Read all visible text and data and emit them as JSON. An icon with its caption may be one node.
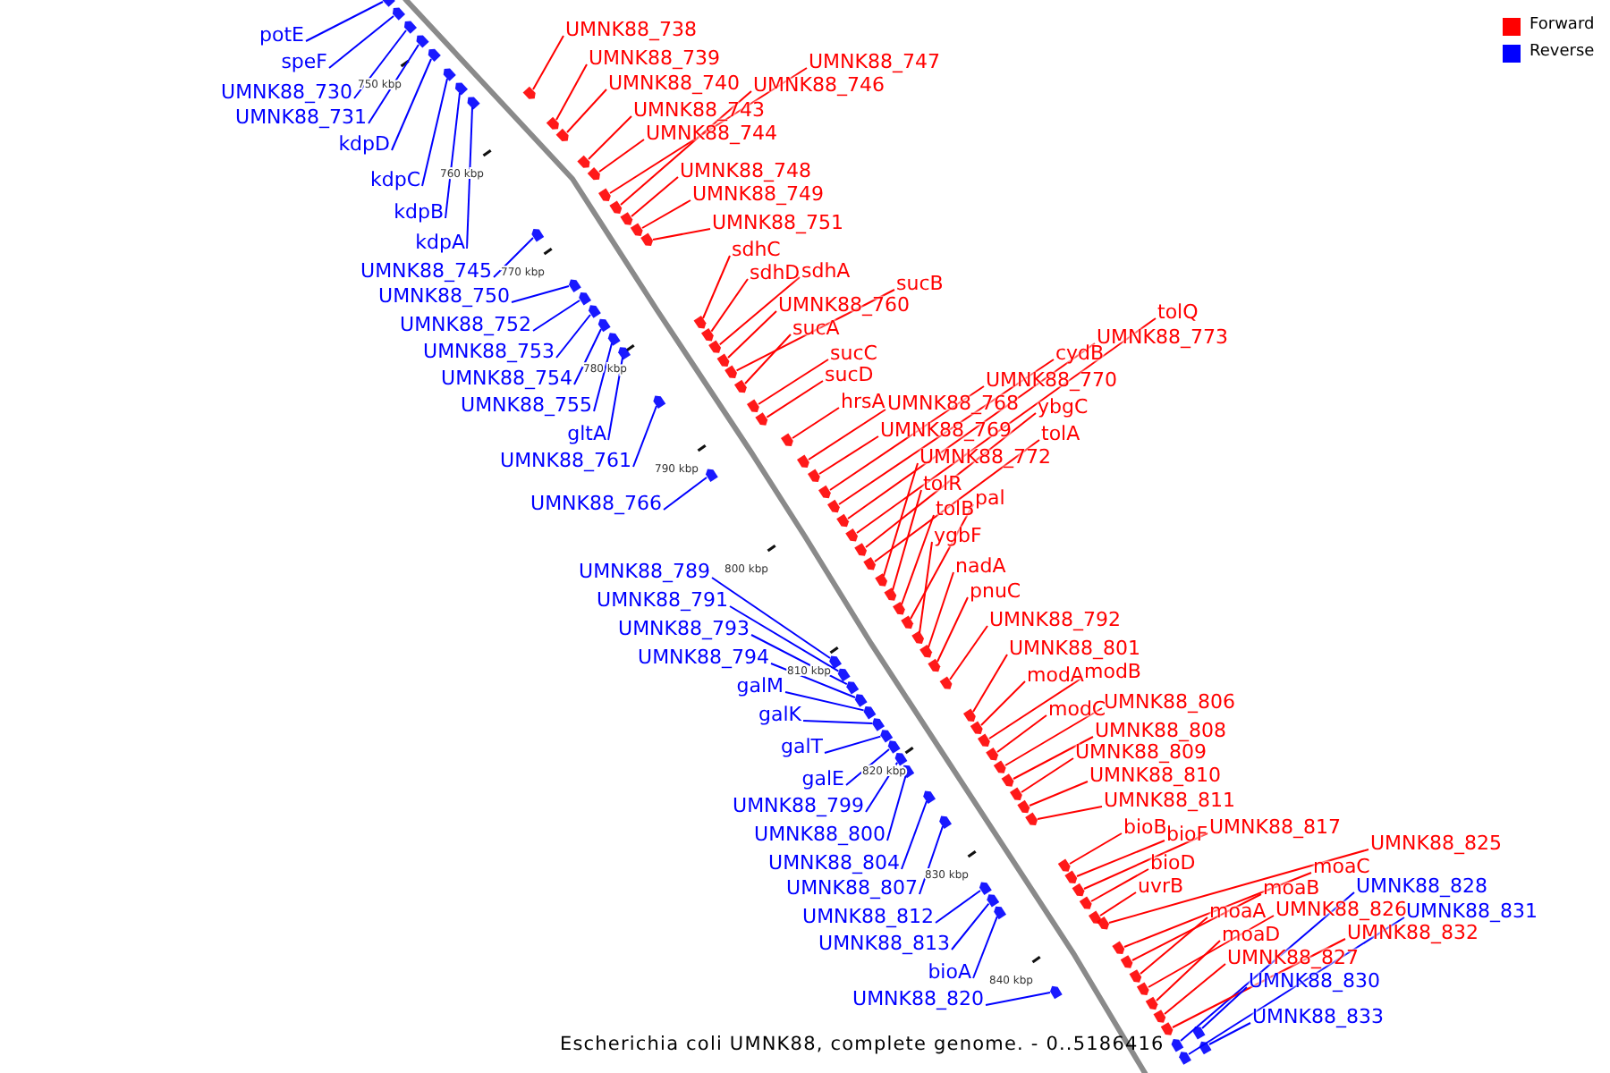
{
  "diagram": {
    "caption": "Escherichia coli UMNK88, complete genome. - 0..5186416",
    "nodes": [
      {
        "text": [
          "potE"
        ]
      },
      {
        "text": [
          "speF"
        ]
      },
      {
        "text": [
          "UMNK88_730"
        ]
      },
      {
        "text": [
          "UMNK88_731"
        ]
      },
      {
        "text": [
          "kdpD"
        ]
      },
      {
        "text": [
          "kdpC"
        ]
      },
      {
        "text": [
          "kdpB"
        ]
      },
      {
        "text": [
          "kdpA"
        ]
      },
      {
        "text": [
          "UMNK88_745"
        ]
      },
      {
        "text": [
          "UMNK88_750"
        ]
      },
      {
        "text": [
          "UMNK88_752"
        ]
      },
      {
        "text": [
          "UMNK88_753"
        ]
      },
      {
        "text": [
          "UMNK88_754"
        ]
      },
      {
        "text": [
          "UMNK88_755"
        ]
      },
      {
        "text": [
          "gltA"
        ]
      },
      {
        "text": [
          "UMNK88_761"
        ]
      },
      {
        "text": [
          "UMNK88_766"
        ]
      },
      {
        "text": [
          "UMNK88_789"
        ]
      },
      {
        "text": [
          "UMNK88_791"
        ]
      },
      {
        "text": [
          "UMNK88_793"
        ]
      },
      {
        "text": [
          "UMNK88_794"
        ]
      },
      {
        "text": [
          "galM"
        ]
      },
      {
        "text": [
          "galK"
        ]
      },
      {
        "text": [
          "galT"
        ]
      },
      {
        "text": [
          "galE"
        ]
      },
      {
        "text": [
          "UMNK88_799"
        ]
      },
      {
        "text": [
          "UMNK88_800"
        ]
      },
      {
        "text": [
          "UMNK88_804"
        ]
      },
      {
        "text": [
          "UMNK88_807"
        ]
      },
      {
        "text": [
          "UMNK88_812"
        ]
      },
      {
        "text": [
          "UMNK88_813"
        ]
      },
      {
        "text": [
          "bioA"
        ]
      },
      {
        "text": [
          "UMNK88_820"
        ]
      },
      {
        "text": [
          "UMNK88_738"
        ]
      },
      {
        "text": [
          "UMNK88_739"
        ]
      },
      {
        "text": [
          "UMNK88_740"
        ]
      },
      {
        "text": [
          "UMNK88_743"
        ]
      },
      {
        "text": [
          "UMNK88_744"
        ]
      },
      {
        "text": [
          "UMNK88_747"
        ]
      },
      {
        "text": [
          "UMNK88_746"
        ]
      },
      {
        "text": [
          "UMNK88_748"
        ]
      },
      {
        "text": [
          "UMNK88_749"
        ]
      },
      {
        "text": [
          "UMNK88_751"
        ]
      },
      {
        "text": [
          "sdhC"
        ]
      },
      {
        "text": [
          "sdhD"
        ]
      },
      {
        "text": [
          "sdhA"
        ]
      },
      {
        "text": [
          "sucB"
        ]
      },
      {
        "text": [
          "UMNK88_760"
        ]
      },
      {
        "text": [
          "sucA"
        ]
      },
      {
        "text": [
          "sucC"
        ]
      },
      {
        "text": [
          "sucD"
        ]
      },
      {
        "text": [
          "hrsA"
        ]
      },
      {
        "text": [
          "tolQ"
        ]
      },
      {
        "text": [
          "UMNK88_773"
        ]
      },
      {
        "text": [
          "cydB"
        ]
      },
      {
        "text": [
          "UMNK88_770"
        ]
      },
      {
        "text": [
          "UMNK88_768"
        ]
      },
      {
        "text": [
          "ybgC"
        ]
      },
      {
        "text": [
          "UMNK88_769"
        ]
      },
      {
        "text": [
          "tolA"
        ]
      },
      {
        "text": [
          "UMNK88_772"
        ]
      },
      {
        "text": [
          "tolR"
        ]
      },
      {
        "text": [
          "pal"
        ]
      },
      {
        "text": [
          "tolB"
        ]
      },
      {
        "text": [
          "ygbF"
        ]
      },
      {
        "text": [
          "nadA"
        ]
      },
      {
        "text": [
          "pnuC"
        ]
      },
      {
        "text": [
          "UMNK88_792"
        ]
      },
      {
        "text": [
          "UMNK88_801"
        ]
      },
      {
        "text": [
          "modA"
        ]
      },
      {
        "text": [
          "modB"
        ]
      },
      {
        "text": [
          "UMNK88_806"
        ]
      },
      {
        "text": [
          "modC"
        ]
      },
      {
        "text": [
          "UMNK88_808"
        ]
      },
      {
        "text": [
          "UMNK88_809"
        ]
      },
      {
        "text": [
          "UMNK88_810"
        ]
      },
      {
        "text": [
          "UMNK88_811"
        ]
      },
      {
        "text": [
          "bioB"
        ]
      },
      {
        "text": [
          "bioF"
        ]
      },
      {
        "text": [
          "UMNK88_817"
        ]
      },
      {
        "text": [
          "bioD"
        ]
      },
      {
        "text": [
          "uvrB"
        ]
      },
      {
        "text": [
          "UMNK88_825"
        ]
      },
      {
        "text": [
          "moaC"
        ]
      },
      {
        "text": [
          "moaB"
        ]
      },
      {
        "text": [
          "moaA"
        ]
      },
      {
        "text": [
          "UMNK88_828"
        ]
      },
      {
        "text": [
          "UMNK88_826"
        ]
      },
      {
        "text": [
          "UMNK88_831"
        ]
      },
      {
        "text": [
          "moaD"
        ]
      },
      {
        "text": [
          "UMNK88_832"
        ]
      },
      {
        "text": [
          "UMNK88_827"
        ]
      },
      {
        "text": [
          "UMNK88_830"
        ]
      },
      {
        "text": [
          "UMNK88_833"
        ]
      },
      {
        "text": [],
        "shape": "box"
      },
      {
        "text": [],
        "shape": "box"
      },
      {
        "text": [],
        "shape": "box"
      },
      {
        "text": [],
        "shape": "box"
      },
      {
        "text": [],
        "shape": "box"
      },
      {
        "text": [],
        "shape": "box"
      },
      {
        "text": [],
        "shape": "box"
      },
      {
        "text": [],
        "shape": "box"
      },
      {
        "text": [],
        "shape": "box"
      },
      {
        "text": [],
        "shape": "box"
      },
      {
        "text": [],
        "shape": "box"
      },
      {
        "text": [],
        "shape": "box"
      },
      {
        "text": [],
        "shape": "box"
      },
      {
        "text": [],
        "shape": "box"
      },
      {
        "text": [],
        "shape": "box"
      },
      {
        "text": [],
        "shape": "box"
      },
      {
        "text": [],
        "shape": "box"
      },
      {
        "text": [],
        "shape": "box"
      },
      {
        "text": [],
        "shape": "box"
      },
      {
        "text": [],
        "shape": "box"
      },
      {
        "text": [],
        "shape": "box"
      },
      {
        "text": [],
        "shape": "box"
      },
      {
        "text": [],
        "shape": "box"
      },
      {
        "text": [],
        "shape": "box"
      },
      {
        "text": [],
        "shape": "box"
      },
      {
        "text": [],
        "shape": "box"
      },
      {
        "text": [],
        "shape": "box"
      },
      {
        "text": [],
        "shape": "box"
      },
      {
        "text": [],
        "shape": "box"
      },
      {
        "text": [],
        "shape": "box"
      },
      {
        "text": [],
        "shape": "box"
      },
      {
        "text": [],
        "shape": "box"
      },
      {
        "text": [],
        "shape": "box"
      },
      {
        "text": [],
        "shape": "box"
      },
      {
        "text": [],
        "shape": "box"
      },
      {
        "text": [],
        "shape": "box"
      },
      {
        "text": [],
        "shape": "box"
      },
      {
        "text": [],
        "shape": "box"
      },
      {
        "text": [],
        "shape": "box"
      },
      {
        "text": [],
        "shape": "box"
      },
      {
        "text": [],
        "shape": "box"
      },
      {
        "text": [],
        "shape": "box"
      },
      {
        "text": [],
        "shape": "box"
      },
      {
        "text": [],
        "shape": "box"
      },
      {
        "text": [],
        "shape": "box"
      },
      {
        "text": [],
        "shape": "box"
      },
      {
        "text": [],
        "shape": "box"
      },
      {
        "text": [],
        "shape": "box"
      },
      {
        "text": [],
        "shape": "box"
      },
      {
        "text": [],
        "shape": "box"
      },
      {
        "text": [],
        "shape": "box"
      },
      {
        "text": [],
        "shape": "box"
      },
      {
        "text": [],
        "shape": "box"
      },
      {
        "text": [],
        "shape": "box"
      },
      {
        "text": [],
        "shape": "box"
      },
      {
        "text": [],
        "shape": "box"
      },
      {
        "text": [],
        "shape": "box"
      },
      {
        "text": [],
        "shape": "box"
      },
      {
        "text": [],
        "shape": "box"
      },
      {
        "text": [],
        "shape": "box"
      },
      {
        "text": [],
        "shape": "box"
      },
      {
        "text": [],
        "shape": "box"
      },
      {
        "text": [],
        "shape": "box"
      },
      {
        "text": [],
        "shape": "box"
      },
      {
        "text": [],
        "shape": "box"
      },
      {
        "text": [],
        "shape": "box"
      },
      {
        "text": [],
        "shape": "box"
      },
      {
        "text": [],
        "shape": "box"
      },
      {
        "text": [],
        "shape": "box"
      },
      {
        "text": [],
        "shape": "box"
      },
      {
        "text": [],
        "shape": "box"
      },
      {
        "text": [],
        "shape": "box"
      },
      {
        "text": [],
        "shape": "box"
      },
      {
        "text": [],
        "shape": "box"
      },
      {
        "text": [],
        "shape": "box"
      },
      {
        "text": [],
        "shape": "box"
      },
      {
        "text": [],
        "shape": "box"
      },
      {
        "text": [],
        "shape": "box"
      },
      {
        "text": [],
        "shape": "box"
      },
      {
        "text": [],
        "shape": "box"
      },
      {
        "text": [],
        "shape": "box"
      },
      {
        "text": [],
        "shape": "box"
      },
      {
        "text": [],
        "shape": "box"
      },
      {
        "text": [],
        "shape": "box"
      },
      {
        "text": [],
        "shape": "box"
      },
      {
        "text": [],
        "shape": "box"
      },
      {
        "text": [],
        "shape": "box"
      },
      {
        "text": [],
        "shape": "box"
      },
      {
        "text": [],
        "shape": "box"
      },
      {
        "text": [],
        "shape": "box"
      },
      {
        "text": [],
        "shape": "box"
      },
      {
        "text": [],
        "shape": "box"
      },
      {
        "text": [],
        "shape": "box"
      },
      {
        "text": [],
        "shape": "box"
      }
    ],
    "edges": [
      {
        "from": 0,
        "to": 94,
        "arrow": "none",
        "color": "#0000ff"
      },
      {
        "from": 1,
        "to": 95,
        "arrow": "none",
        "color": "#0000ff"
      },
      {
        "from": 2,
        "to": 96,
        "arrow": "none",
        "color": "#0000ff"
      },
      {
        "from": 3,
        "to": 97,
        "arrow": "none",
        "color": "#0000ff"
      },
      {
        "from": 4,
        "to": 98,
        "arrow": "none",
        "color": "#0000ff"
      },
      {
        "from": 5,
        "to": 99,
        "arrow": "none",
        "color": "#0000ff"
      },
      {
        "from": 6,
        "to": 100,
        "arrow": "none",
        "color": "#0000ff"
      },
      {
        "from": 7,
        "to": 101,
        "arrow": "none",
        "color": "#0000ff"
      },
      {
        "from": 8,
        "to": 102,
        "arrow": "none",
        "color": "#0000ff"
      },
      {
        "from": 9,
        "to": 103,
        "arrow": "none",
        "color": "#0000ff"
      },
      {
        "from": 10,
        "to": 104,
        "arrow": "none",
        "color": "#0000ff"
      },
      {
        "from": 11,
        "to": 105,
        "arrow": "none",
        "color": "#0000ff"
      },
      {
        "from": 12,
        "to": 106,
        "arrow": "none",
        "color": "#0000ff"
      },
      {
        "from": 13,
        "to": 107,
        "arrow": "none",
        "color": "#0000ff"
      },
      {
        "from": 14,
        "to": 108,
        "arrow": "none",
        "color": "#0000ff"
      },
      {
        "from": 15,
        "to": 109,
        "arrow": "none",
        "color": "#0000ff"
      },
      {
        "from": 16,
        "to": 110,
        "arrow": "none",
        "color": "#0000ff"
      },
      {
        "from": 17,
        "to": 111,
        "arrow": "none",
        "color": "#0000ff"
      },
      {
        "from": 18,
        "to": 112,
        "arrow": "none",
        "color": "#0000ff"
      },
      {
        "from": 19,
        "to": 113,
        "arrow": "none",
        "color": "#0000ff"
      },
      {
        "from": 20,
        "to": 114,
        "arrow": "none",
        "color": "#0000ff"
      },
      {
        "from": 21,
        "to": 115,
        "arrow": "none",
        "color": "#0000ff"
      },
      {
        "from": 22,
        "to": 116,
        "arrow": "none",
        "color": "#0000ff"
      },
      {
        "from": 23,
        "to": 117,
        "arrow": "none",
        "color": "#0000ff"
      },
      {
        "from": 24,
        "to": 118,
        "arrow": "none",
        "color": "#0000ff"
      },
      {
        "from": 25,
        "to": 119,
        "arrow": "none",
        "color": "#0000ff"
      },
      {
        "from": 26,
        "to": 120,
        "arrow": "none",
        "color": "#0000ff"
      },
      {
        "from": 27,
        "to": 121,
        "arrow": "none",
        "color": "#0000ff"
      },
      {
        "from": 28,
        "to": 122,
        "arrow": "none",
        "color": "#0000ff"
      },
      {
        "from": 29,
        "to": 123,
        "arrow": "none",
        "color": "#0000ff"
      },
      {
        "from": 30,
        "to": 124,
        "arrow": "none",
        "color": "#0000ff"
      },
      {
        "from": 31,
        "to": 125,
        "arrow": "none",
        "color": "#0000ff"
      },
      {
        "from": 32,
        "to": 126,
        "arrow": "none",
        "color": "#0000ff"
      },
      {
        "from": 33,
        "to": 127,
        "arrow": "none",
        "color": "#ff0000"
      },
      {
        "from": 34,
        "to": 128,
        "arrow": "none",
        "color": "#ff0000"
      },
      {
        "from": 35,
        "to": 129,
        "arrow": "none",
        "color": "#ff0000"
      },
      {
        "from": 36,
        "to": 130,
        "arrow": "none",
        "color": "#ff0000"
      },
      {
        "from": 37,
        "to": 131,
        "arrow": "none",
        "color": "#ff0000"
      },
      {
        "from": 38,
        "to": 132,
        "arrow": "none",
        "color": "#ff0000"
      },
      {
        "from": 39,
        "to": 133,
        "arrow": "none",
        "color": "#ff0000"
      },
      {
        "from": 40,
        "to": 134,
        "arrow": "none",
        "color": "#ff0000"
      },
      {
        "from": 41,
        "to": 135,
        "arrow": "none",
        "color": "#ff0000"
      },
      {
        "from": 42,
        "to": 136,
        "arrow": "none",
        "color": "#ff0000"
      },
      {
        "from": 43,
        "to": 137,
        "arrow": "none",
        "color": "#ff0000"
      },
      {
        "from": 44,
        "to": 138,
        "arrow": "none",
        "color": "#ff0000"
      },
      {
        "from": 45,
        "to": 139,
        "arrow": "none",
        "color": "#ff0000"
      },
      {
        "from": 46,
        "to": 140,
        "arrow": "none",
        "color": "#ff0000"
      },
      {
        "from": 47,
        "to": 141,
        "arrow": "none",
        "color": "#ff0000"
      },
      {
        "from": 48,
        "to": 142,
        "arrow": "none",
        "color": "#ff0000"
      },
      {
        "from": 49,
        "to": 143,
        "arrow": "none",
        "color": "#ff0000"
      },
      {
        "from": 50,
        "to": 144,
        "arrow": "none",
        "color": "#ff0000"
      },
      {
        "from": 51,
        "to": 145,
        "arrow": "none",
        "color": "#ff0000"
      },
      {
        "from": 52,
        "to": 146,
        "arrow": "none",
        "color": "#ff0000"
      },
      {
        "from": 53,
        "to": 147,
        "arrow": "none",
        "color": "#ff0000"
      },
      {
        "from": 54,
        "to": 148,
        "arrow": "none",
        "color": "#ff0000"
      },
      {
        "from": 55,
        "to": 149,
        "arrow": "none",
        "color": "#ff0000"
      },
      {
        "from": 56,
        "to": 150,
        "arrow": "none",
        "color": "#ff0000"
      },
      {
        "from": 57,
        "to": 151,
        "arrow": "none",
        "color": "#ff0000"
      },
      {
        "from": 58,
        "to": 152,
        "arrow": "none",
        "color": "#ff0000"
      },
      {
        "from": 59,
        "to": 153,
        "arrow": "none",
        "color": "#ff0000"
      },
      {
        "from": 60,
        "to": 154,
        "arrow": "none",
        "color": "#ff0000"
      },
      {
        "from": 61,
        "to": 155,
        "arrow": "none",
        "color": "#ff0000"
      },
      {
        "from": 62,
        "to": 156,
        "arrow": "none",
        "color": "#ff0000"
      },
      {
        "from": 63,
        "to": 157,
        "arrow": "none",
        "color": "#ff0000"
      },
      {
        "from": 64,
        "to": 158,
        "arrow": "none",
        "color": "#ff0000"
      },
      {
        "from": 65,
        "to": 159,
        "arrow": "none",
        "color": "#ff0000"
      },
      {
        "from": 66,
        "to": 160,
        "arrow": "none",
        "color": "#ff0000"
      },
      {
        "from": 67,
        "to": 161,
        "arrow": "none",
        "color": "#ff0000"
      },
      {
        "from": 68,
        "to": 162,
        "arrow": "none",
        "color": "#ff0000"
      },
      {
        "from": 69,
        "to": 163,
        "arrow": "none",
        "color": "#ff0000"
      },
      {
        "from": 70,
        "to": 164,
        "arrow": "none",
        "color": "#ff0000"
      },
      {
        "from": 71,
        "to": 165,
        "arrow": "none",
        "color": "#ff0000"
      },
      {
        "from": 72,
        "to": 166,
        "arrow": "none",
        "color": "#ff0000"
      },
      {
        "from": 73,
        "to": 167,
        "arrow": "none",
        "color": "#ff0000"
      },
      {
        "from": 74,
        "to": 168,
        "arrow": "none",
        "color": "#ff0000"
      },
      {
        "from": 75,
        "to": 169,
        "arrow": "none",
        "color": "#ff0000"
      },
      {
        "from": 76,
        "to": 170,
        "arrow": "none",
        "color": "#ff0000"
      },
      {
        "from": 77,
        "to": 171,
        "arrow": "none",
        "color": "#ff0000"
      },
      {
        "from": 78,
        "to": 172,
        "arrow": "none",
        "color": "#ff0000"
      },
      {
        "from": 79,
        "to": 173,
        "arrow": "none",
        "color": "#ff0000"
      },
      {
        "from": 80,
        "to": 174,
        "arrow": "none",
        "color": "#ff0000"
      },
      {
        "from": 81,
        "to": 175,
        "arrow": "none",
        "color": "#ff0000"
      },
      {
        "from": 82,
        "to": 176,
        "arrow": "none",
        "color": "#ff0000"
      },
      {
        "from": 83,
        "to": 177,
        "arrow": "none",
        "color": "#ff0000"
      },
      {
        "from": 84,
        "to": 178,
        "arrow": "none",
        "color": "#ff0000"
      },
      {
        "from": 85,
        "to": 179,
        "arrow": "none",
        "color": "#ff0000"
      },
      {
        "from": 86,
        "to": 180,
        "arrow": "none",
        "color": "#0000ff"
      },
      {
        "from": 87,
        "to": 181,
        "arrow": "none",
        "color": "#ff0000"
      },
      {
        "from": 88,
        "to": 182,
        "arrow": "none",
        "color": "#0000ff"
      },
      {
        "from": 89,
        "to": 183,
        "arrow": "none",
        "color": "#ff0000"
      },
      {
        "from": 90,
        "to": 184,
        "arrow": "none",
        "color": "#ff0000"
      },
      {
        "from": 91,
        "to": 185,
        "arrow": "none",
        "color": "#ff0000"
      },
      {
        "from": 92,
        "to": 186,
        "arrow": "none",
        "color": "#0000ff"
      },
      {
        "from": 93,
        "to": 187,
        "arrow": "none",
        "color": "#0000ff"
      }
    ],
    "labels": [
      "750 kbp",
      "760 kbp",
      "770 kbp",
      "780 kbp",
      "790 kbp",
      "800 kbp",
      "810 kbp",
      "820 kbp",
      "830 kbp",
      "840 kbp"
    ],
    "legend": [
      {
        "text": "Forward",
        "color": "#ff0000"
      },
      {
        "text": "Reverse",
        "color": "#0000ff"
      }
    ]
  }
}
